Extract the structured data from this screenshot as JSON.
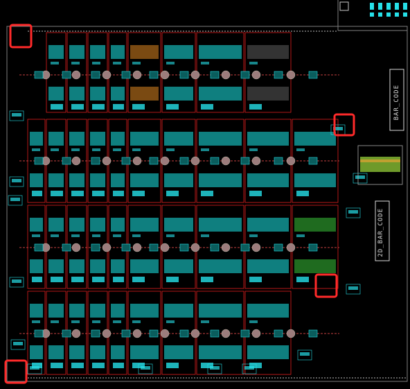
{
  "labels": {
    "bar_code": "BAR_CODE",
    "barcode_2d": "2D_BAR_CODE"
  },
  "colors": {
    "background": "#000000",
    "outline": "#e02020",
    "pad": "#0f7f7f",
    "pad_brown": "#7a4a12",
    "pad_green": "#1f6b1f",
    "pad_gray": "#333333",
    "cyan": "#26e0e8",
    "trace": "#c44040",
    "via": "#9c7c7c",
    "highlight_box": "#ff2a2a",
    "border": "#7f7f7f"
  },
  "highlights": [
    {
      "name": "marker-top-left"
    },
    {
      "name": "marker-right-upper"
    },
    {
      "name": "marker-right-lower"
    },
    {
      "name": "marker-bottom-left"
    }
  ]
}
